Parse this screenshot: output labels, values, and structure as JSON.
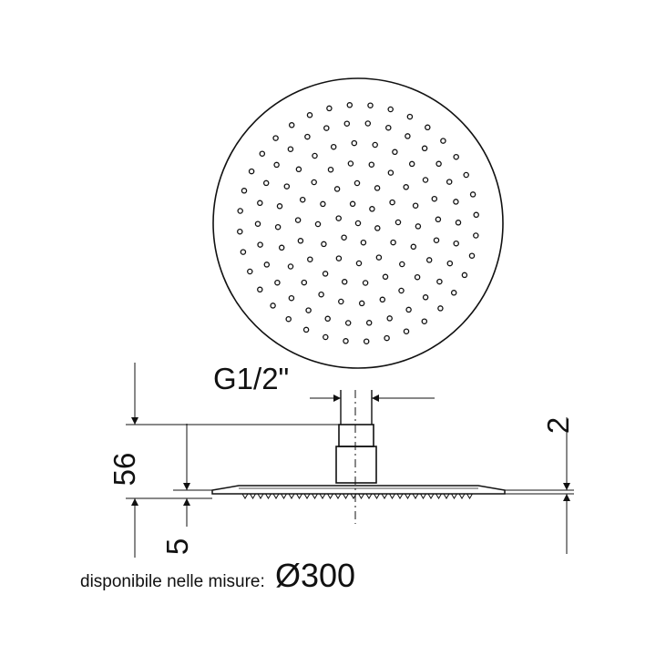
{
  "labels": {
    "thread": "G1/2\"",
    "height": "56",
    "plate_thickness": "5",
    "top_offset": "2",
    "availability_prefix": "disponibile nelle misure:",
    "diameter": "Ø300"
  },
  "colors": {
    "stroke": "#111111",
    "background": "#ffffff"
  }
}
